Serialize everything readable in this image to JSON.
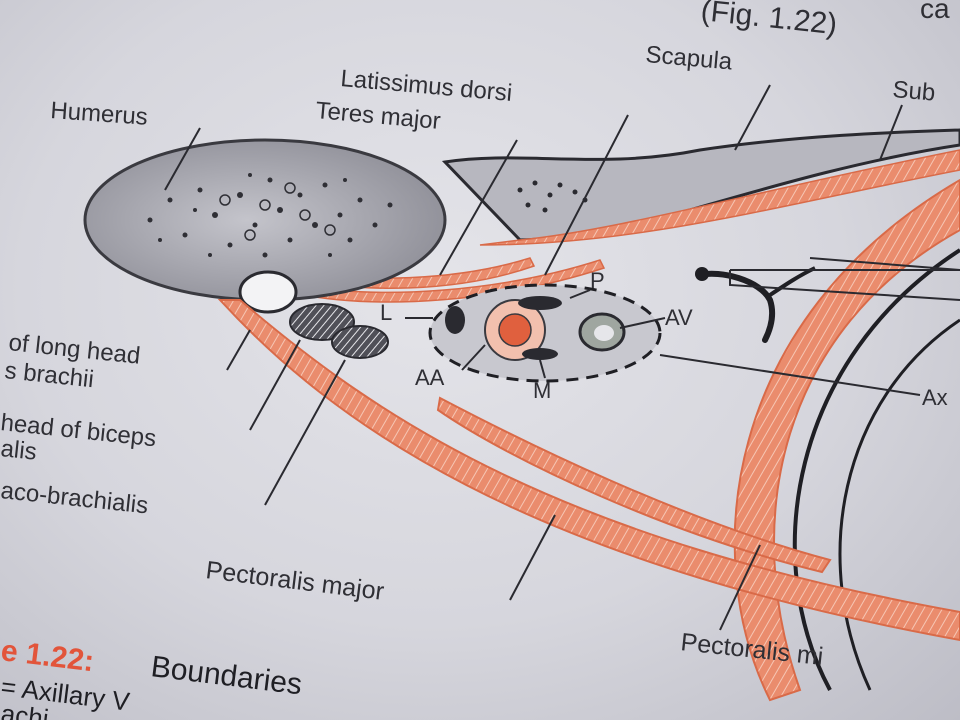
{
  "header_fragment": "(Fig. 1.22)",
  "header_fragment_right": "ca",
  "labels": {
    "humerus": "Humerus",
    "latissimus_dorsi": "Latissimus dorsi",
    "teres_major": "Teres major",
    "scapula": "Scapula",
    "subscapularis": "Sub",
    "long_head_line1": "of long head",
    "long_head_line2": "s brachii",
    "short_head_line1": "head of biceps",
    "short_head_line2": "alis",
    "coracobrachialis": "aco-brachialis",
    "pectoralis_major": "Pectoralis major",
    "pectoralis_minor": "Pectoralis mi",
    "letter_p": "P",
    "letter_l": "L",
    "letter_av": "AV",
    "letter_aa": "AA",
    "letter_m": "M",
    "axillary_right": "Ax"
  },
  "caption": {
    "figure": "e 1.22:",
    "title": "Boundaries",
    "line2": "= Axillary V",
    "line3": "achi"
  },
  "colors": {
    "muscle": "#e07a5a",
    "muscle_light": "#f0b3a0",
    "bone": "#7d7d86",
    "text": "#2f2f35",
    "caption_accent": "#e2543a"
  }
}
